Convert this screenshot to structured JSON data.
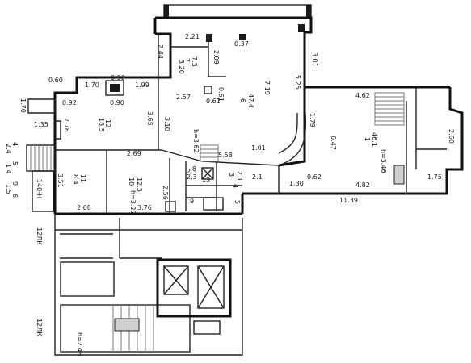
{
  "rooms": [
    {
      "id": "r1",
      "number": "1",
      "area": "46.1",
      "height": "h=3.46"
    },
    {
      "id": "r6",
      "number": "6",
      "area": "47.4",
      "height": "h=3.62"
    },
    {
      "id": "r7",
      "number": "7",
      "area": "7.3"
    },
    {
      "id": "r12",
      "number": "12",
      "area": "18.5"
    },
    {
      "id": "r11",
      "number": "11",
      "area": "8.4"
    },
    {
      "id": "r10",
      "number": "10",
      "area": "12.3",
      "height": "h=3.22"
    },
    {
      "id": "r8",
      "number": "8",
      "area": "2.3"
    },
    {
      "id": "r9",
      "number": "9"
    },
    {
      "id": "r3",
      "number": "3",
      "area": "2.1"
    },
    {
      "id": "r4",
      "number": "4"
    },
    {
      "id": "r5",
      "number": "5"
    },
    {
      "id": "r13",
      "number": "13"
    }
  ],
  "dimensions": [
    "2.21",
    "2.09",
    "0.37",
    "2.44",
    "3.01",
    "3.20",
    "7.19",
    "5.25",
    "0.61",
    "0.61",
    "1.70",
    "1.99",
    "0.90",
    "0.90",
    "0.92",
    "2.57",
    "2.78",
    "3.65",
    "3.10",
    "0.60",
    "1.70",
    "1.35",
    "4.62",
    "1.79",
    "6.47",
    "2.60",
    "5.58",
    "1.01",
    "2.69",
    "2.3",
    "2.1",
    "1.30",
    "0.62",
    "4.82",
    "1.75",
    "11.39",
    "3.51",
    "2.68",
    "3.76",
    "2.56"
  ],
  "left_panel": {
    "top": "4",
    "ratio1": "2.4",
    "ratio2": "1.4",
    "values": [
      "5",
      "9",
      "6"
    ],
    "a": "1.5",
    "side_label": "140-Н"
  },
  "side_labels": [
    "12ЛК",
    "12ЛК"
  ],
  "stair_height": "h=2.48"
}
